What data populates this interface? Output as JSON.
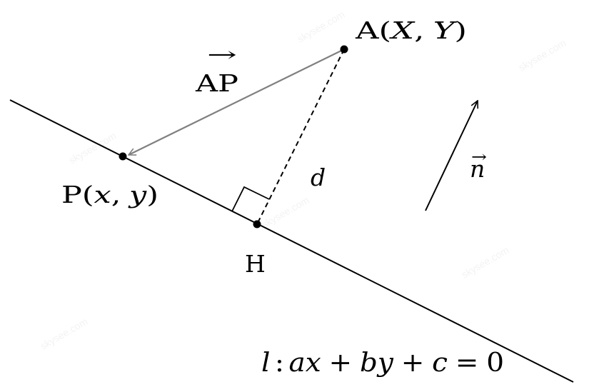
{
  "points": {
    "A": {
      "name": "A",
      "open": "(",
      "x": "X",
      "comma": ",",
      "y": "Y",
      "close": ")"
    },
    "P": {
      "name": "P",
      "open": "(",
      "x": "x",
      "comma": ",",
      "y": "y",
      "close": ")"
    },
    "H": {
      "name": "H"
    }
  },
  "vector_ap": {
    "label": "AP",
    "arrow_glyph": "→"
  },
  "distance": {
    "label": "d"
  },
  "normal": {
    "label": "n",
    "arrow_glyph": "→"
  },
  "line_equation": {
    "l": "l",
    "colon": ":",
    "a": "a",
    "x": "x",
    "plus1": "+",
    "b": "b",
    "y": "y",
    "plus2": "+",
    "c": "c",
    "eq": "=",
    "zero": "0"
  },
  "watermark_text": "skysee.com",
  "colors": {
    "main": "#000000",
    "vector": "#808080"
  }
}
